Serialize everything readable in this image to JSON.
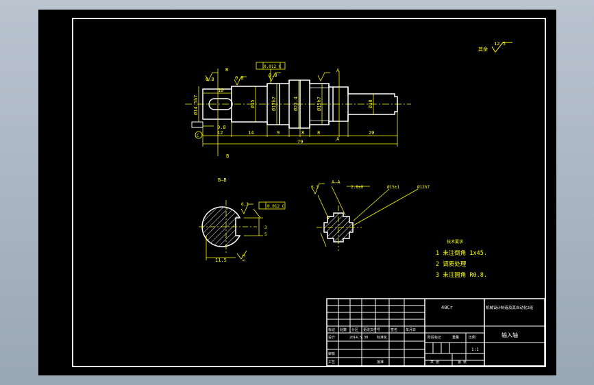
{
  "roughness_symbol": {
    "label": "其余",
    "value": "12.5"
  },
  "shaft_view": {
    "section_mark_top": "B",
    "section_mark_bottom": "B",
    "section_mark_right_top": "A",
    "section_mark_right_bottom": "A",
    "datum_c": "C",
    "roughness_1": "0.8",
    "roughness_2": "0.8",
    "roughness_3": "0.8",
    "runout": "0.012 C",
    "dia_1": "Ø14.5h7",
    "dia_2": "Ø15",
    "dia_3": "Ø17h7",
    "dia_4": "Ø23.4",
    "dia_5": "Ø15h7",
    "dia_6": "Ø10",
    "len_10": "10",
    "len_08": "0.8",
    "len_12": "12",
    "len_14": "14",
    "len_9": "9",
    "len_8a": "8",
    "len_8b": "8",
    "len_20": "20",
    "len_79": "79"
  },
  "section_bb": {
    "title": "B—B",
    "flatness": "0.012 C",
    "roughness": "6.3",
    "dim_depth": "3",
    "dim_width": "5",
    "dim_len": "11.5",
    "dim_32": "3.2"
  },
  "section_aa": {
    "title": "A—A",
    "roughness": "6.3",
    "dim_1": "2.8±0",
    "dim_2": "Ø15±1",
    "dim_3": "Ø12h7"
  },
  "notes": {
    "title": "技术要求",
    "items": [
      "1 未注倒角 1x45.",
      "2 调质处理",
      "3 未注圆角 R0.8."
    ]
  },
  "title_block": {
    "material": "40Cr",
    "school": "机械设计制造及其自动化2班",
    "part_name": "输入轴",
    "scale": "1:1",
    "mark_date": "2014.5.30",
    "cells": [
      "标记",
      "处数",
      "分区",
      "更改文件号",
      "签名",
      "年月日",
      "设计",
      "标准化",
      "阶段标记",
      "重量",
      "比例",
      "审核",
      "工艺",
      "批准",
      "共 张",
      "第 张"
    ]
  }
}
